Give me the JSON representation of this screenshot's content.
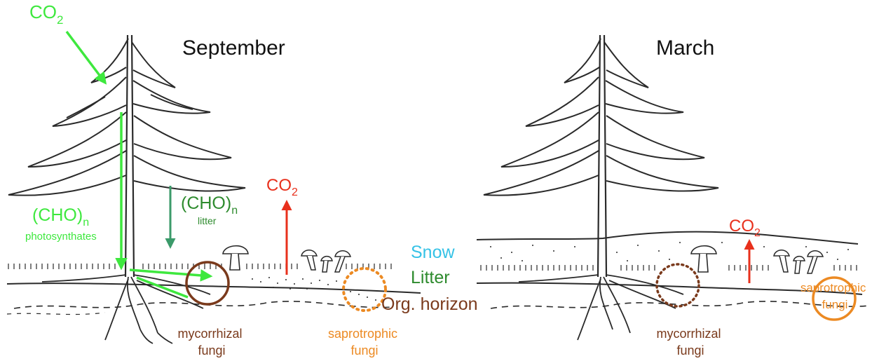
{
  "panels": {
    "september": {
      "title": "September",
      "co2_in": {
        "base": "CO",
        "sub": "2"
      },
      "co2_out": {
        "base": "CO",
        "sub": "2"
      },
      "photosynthates": {
        "base": "(CHO)",
        "sub": "n",
        "caption": "photosynthates"
      },
      "litter_flux": {
        "base": "(CHO)",
        "sub": "n",
        "caption": "litter"
      },
      "mycorrhizal_label": [
        "mycorrhizal",
        "fungi"
      ],
      "saprotrophic_label": [
        "saprotrophic",
        "fungi"
      ]
    },
    "march": {
      "title": "March",
      "co2_out": {
        "base": "CO",
        "sub": "2"
      },
      "mycorrhizal_label": [
        "mycorrhizal",
        "fungi"
      ],
      "saprotrophic_label": [
        "saprotrophic",
        "fungi"
      ]
    }
  },
  "legend": {
    "snow": "Snow",
    "litter": "Litter",
    "org_horizon": "Org. horizon"
  },
  "colors": {
    "co2_in": "#3ee83e",
    "photosynthate_flux": "#3ee83e",
    "litter_flux": "#3b9a6a",
    "co2_out": "#e8301c",
    "mycorrhizal": "#7a3a1c",
    "saprotrophic": "#ec8a23",
    "snow": "#35c2e6",
    "litter": "#2e8b2e",
    "org_horizon": "#7a3a1c",
    "drawing": "#2a2a2a"
  }
}
